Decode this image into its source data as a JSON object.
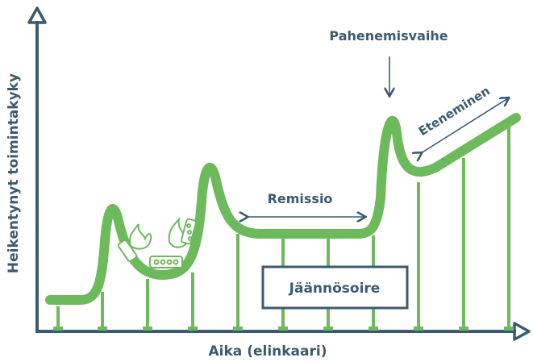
{
  "labels": {
    "y_axis": "Heikentynyt toimintakyky",
    "x_axis": "Aika (elinkaari)",
    "worsening": "Pahenemisvaihe",
    "remission": "Remissio",
    "progression": "Eteneminen",
    "residual": "Jäännösoire"
  },
  "colors": {
    "axis": "#3b5a72",
    "track": "#6dba5c",
    "text": "#3b5a72"
  },
  "icons": [
    "roller-coaster-track",
    "coaster-car-icon",
    "flame-icon",
    "arrow-down-icon",
    "double-arrow-icon"
  ]
}
